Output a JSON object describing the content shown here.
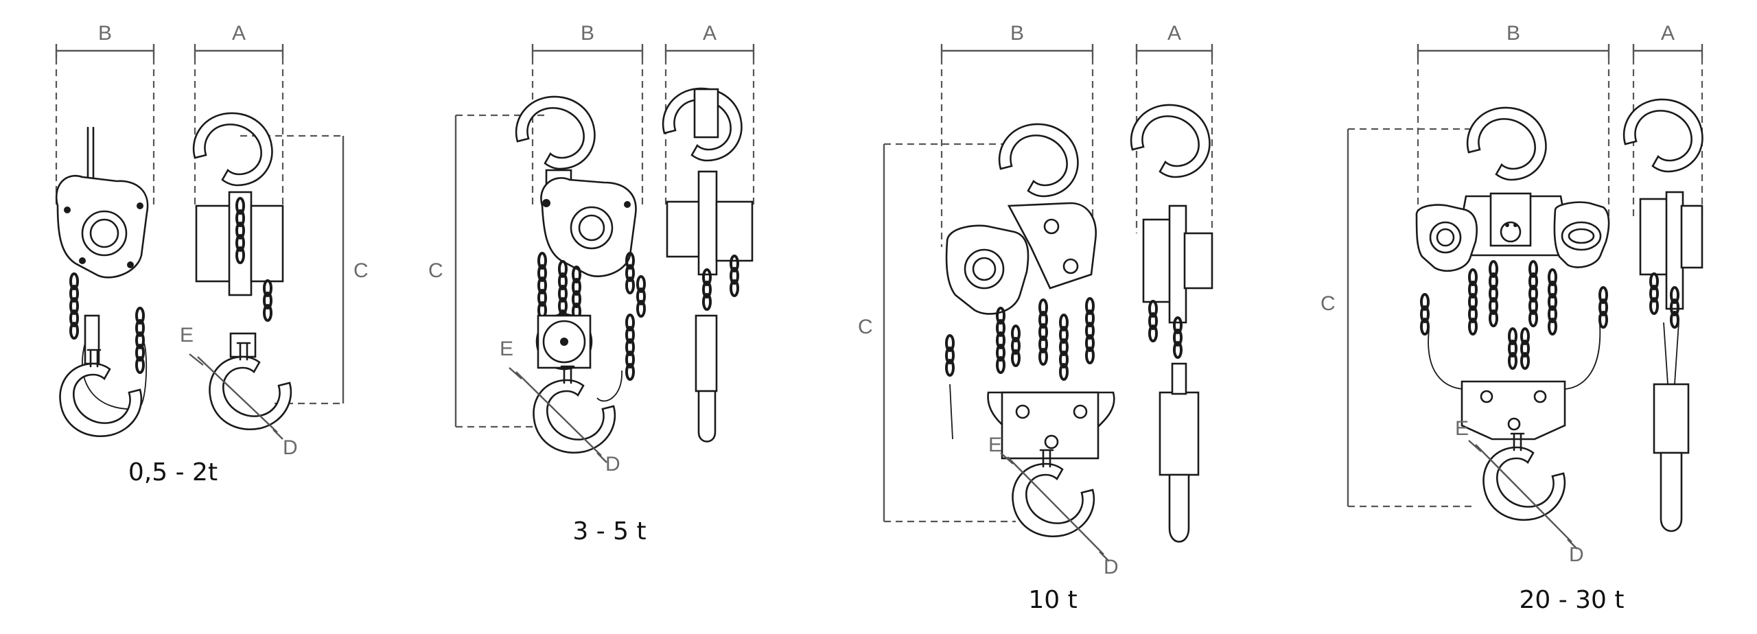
{
  "dimension_letters": {
    "a": "A",
    "b": "B",
    "c": "C",
    "d": "D",
    "e": "E"
  },
  "captions": [
    "0,5 - 2t",
    "3 - 5 t",
    "10 t",
    "20 - 30 t"
  ],
  "colors": {
    "line": "#1a1a1a",
    "dimension": "#555555",
    "label": "#6a6a6a",
    "background": "#ffffff"
  }
}
